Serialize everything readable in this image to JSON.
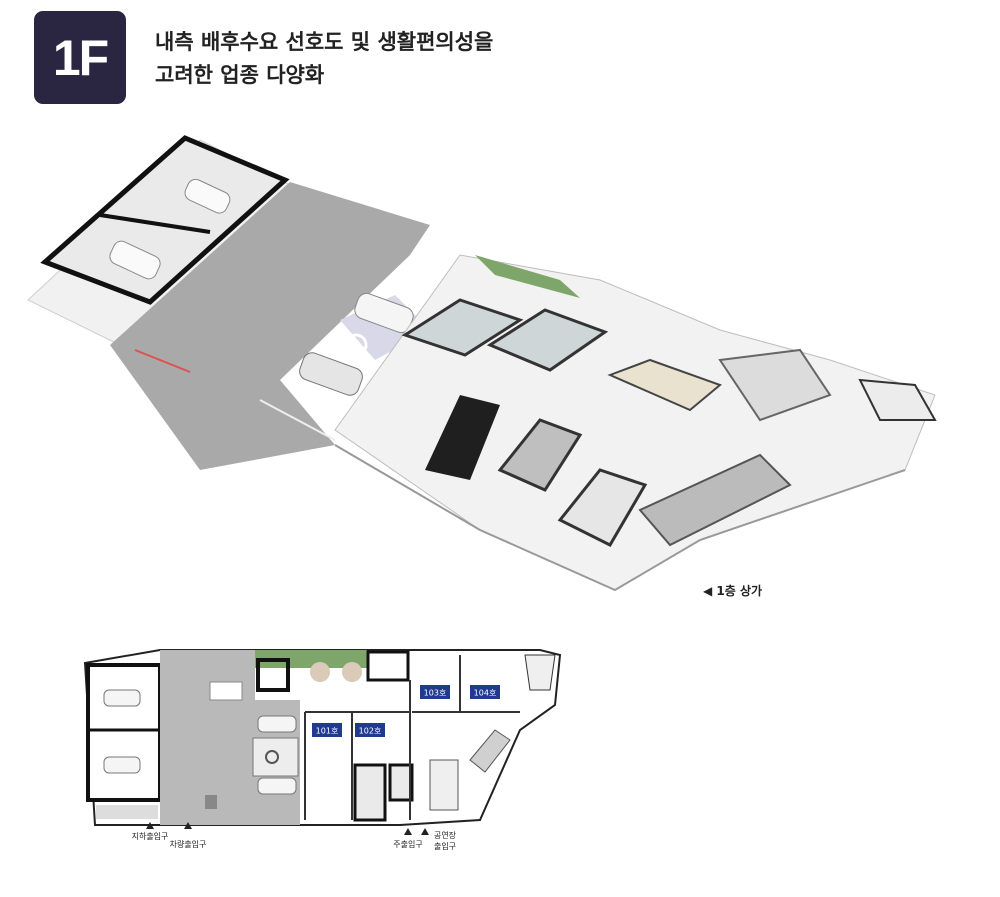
{
  "floor_badge": "1F",
  "headline": {
    "line1": "내측 배후수요 선호도 및 생활편의성을",
    "line2": "고려한 업종 다양화"
  },
  "iso_caption": "◀ 1층 상가",
  "plan": {
    "units": [
      {
        "id": "unit-101",
        "label": "101호"
      },
      {
        "id": "unit-102",
        "label": "102호"
      },
      {
        "id": "unit-103",
        "label": "103호"
      },
      {
        "id": "unit-104",
        "label": "104호"
      }
    ],
    "entrances": {
      "basement": "지하출입구",
      "vehicle": "차량출입구",
      "main": "주출입구",
      "stage_line1": "공연장",
      "stage_line2": "출입구"
    }
  },
  "colors": {
    "badge": "#2a2540",
    "unit_label": "#1f3a8f",
    "parking": "#bdbdbd",
    "lawn": "#7fa66a"
  }
}
